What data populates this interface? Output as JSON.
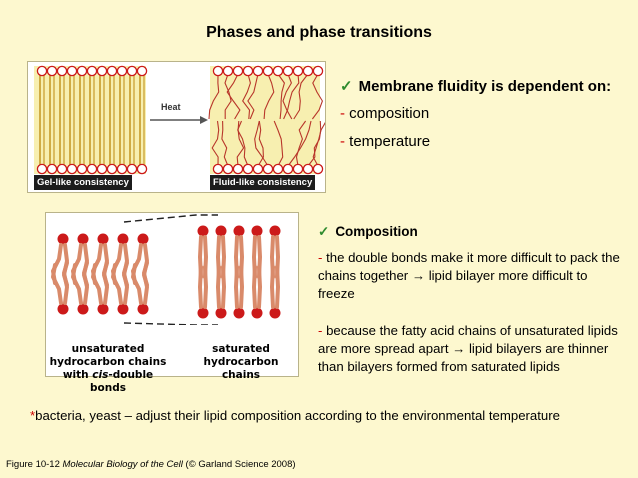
{
  "title": "Phases and phase transitions",
  "figure_top": {
    "arrow_label": "Heat",
    "left_caption": "Gel-like consistency",
    "right_caption": "Fluid-like consistency"
  },
  "figure_bottom": {
    "left_caption": [
      "unsaturated",
      "hydrocarbon chains",
      "with ",
      "cis",
      "-double bonds"
    ],
    "right_caption": [
      "saturated",
      "hydrocarbon chains"
    ]
  },
  "point1": {
    "check": "✓",
    "heading": "Membrane fluidity is dependent on:",
    "dash": "-",
    "items": [
      "composition",
      "temperature"
    ]
  },
  "composition": {
    "check": "✓",
    "heading": "Composition",
    "dash": "-",
    "bullet1": "the double bonds make it more difficult to pack the chains together → lipid bilayer more difficult to freeze",
    "bullet2": "because the fatty acid chains of unsaturated lipids are more spread apart → lipid bilayers are thinner than bilayers formed from saturated lipids"
  },
  "note": {
    "star": "*",
    "text": "bacteria, yeast – adjust their lipid composition according to the environmental temperature"
  },
  "figure_citation": {
    "prefix": "Figure 10-12 ",
    "book": "Molecular Biology of the Cell",
    "suffix": " (© Garland Science 2008)"
  },
  "colors": {
    "background": "#fdf8cf",
    "headgroup": "#cc1a1a",
    "tail": "#d98a6a",
    "check": "#2e8b2e",
    "dash": "#cc0000"
  }
}
